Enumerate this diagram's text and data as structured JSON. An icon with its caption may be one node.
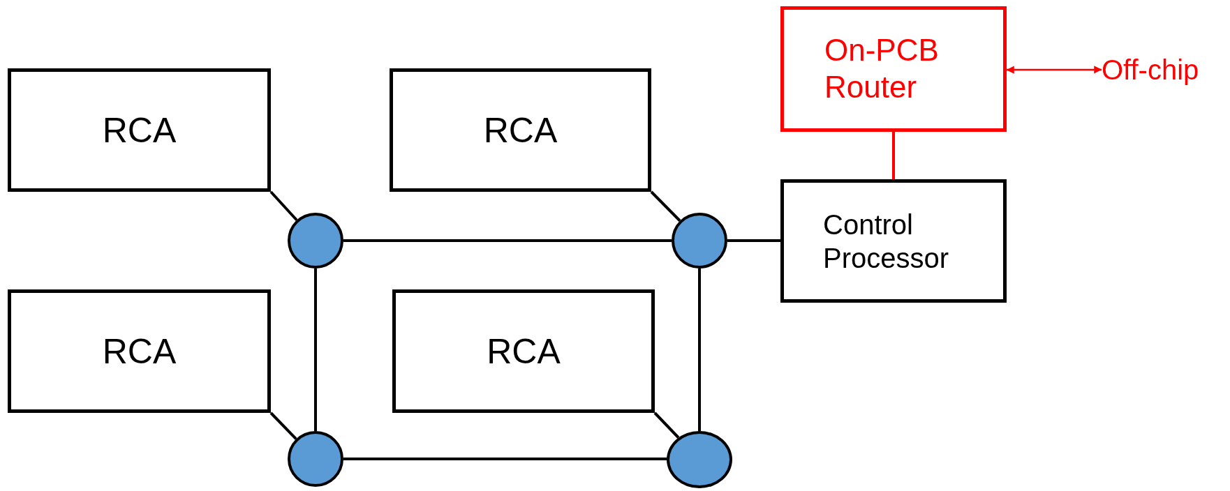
{
  "diagram": {
    "nodes": [
      {
        "text": [
          "On-PCB Router"
        ]
      },
      {
        "text": [
          "Off-chip"
        ]
      },
      {
        "text": [
          "RCA"
        ]
      },
      {
        "text": [
          "RCA"
        ]
      },
      {
        "text": [
          "Control Processor"
        ]
      },
      {
        "text": [],
        "shape": "circle"
      },
      {
        "text": [],
        "shape": "circle"
      },
      {
        "text": [
          "RCA"
        ]
      },
      {
        "text": [
          "RCA"
        ]
      },
      {
        "text": [],
        "shape": "circle"
      },
      {
        "text": [],
        "shape": "circle"
      }
    ],
    "edges": [
      {
        "from": 0,
        "to": 1,
        "arrow": "both",
        "color": "#ff0000"
      },
      {
        "from": 0,
        "to": 4,
        "arrow": "none",
        "color": "#ff0000"
      },
      {
        "from": 2,
        "to": 5,
        "arrow": "none"
      },
      {
        "from": 3,
        "to": 6,
        "arrow": "none"
      },
      {
        "from": 5,
        "to": 6,
        "arrow": "none"
      },
      {
        "from": 6,
        "to": 4,
        "arrow": "none"
      },
      {
        "from": 5,
        "to": 9,
        "arrow": "none"
      },
      {
        "from": 6,
        "to": 10,
        "arrow": "none"
      },
      {
        "from": 7,
        "to": 9,
        "arrow": "none"
      },
      {
        "from": 8,
        "to": 10,
        "arrow": "none"
      },
      {
        "from": 9,
        "to": 10,
        "arrow": "none"
      }
    ]
  }
}
